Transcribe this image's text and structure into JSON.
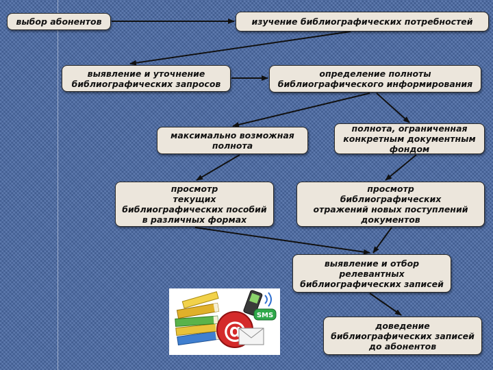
{
  "nodes": {
    "n1": "выбор абонентов",
    "n2": "изучение библиографических потребностей",
    "n3": "выявление и уточнение\nбиблиографических  запросов",
    "n4": "определение полноты\nбиблиографического информирования",
    "n5": "максимально возможная\nполнота",
    "n6": "полнота, ограниченная\nконкретным документным\nфондом",
    "n7": "просмотр\nтекущих\nбиблиографических пособий\nв различных формах",
    "n8": "просмотр\nбиблиографических\nотражений новых поступлений\nдокументов",
    "n9": "выявление и отбор\nрелевантных\nбиблиографических записей",
    "n10": "доведение\nбиблиографических записей\nдо абонентов"
  },
  "image": {
    "sms_badge": "SMS",
    "at_symbol": "@"
  },
  "colors": {
    "background": "#4a6aa6",
    "box_fill": "#ece6dc",
    "arrow": "#111111"
  }
}
